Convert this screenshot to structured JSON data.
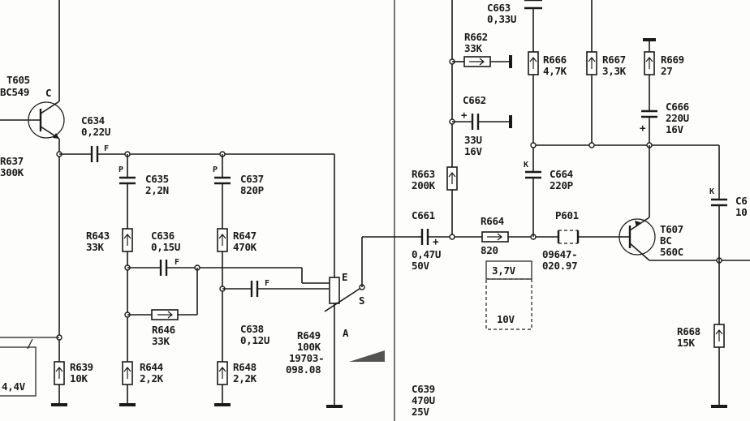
{
  "left_section": {
    "t605": {
      "ref": "T605",
      "type": "BC549",
      "pin_c": "C"
    },
    "c634": {
      "ref": "C634",
      "value": "0,22U",
      "mark": "F"
    },
    "r637": {
      "ref": "R637",
      "value": "300K"
    },
    "c635": {
      "ref": "C635",
      "value": "2,2N",
      "mark": "P"
    },
    "c637": {
      "ref": "C637",
      "value": "820P",
      "mark": "P"
    },
    "r643": {
      "ref": "R643",
      "value": "33K"
    },
    "c636": {
      "ref": "C636",
      "value": "0,15U",
      "mark": "F"
    },
    "r647": {
      "ref": "R647",
      "value": "470K"
    },
    "r646": {
      "ref": "R646",
      "value": "33K"
    },
    "c638": {
      "ref": "C638",
      "value": "0,12U",
      "mark": "F"
    },
    "r649": {
      "ref": "R649",
      "value": "100K",
      "part": "19703-",
      "part2": "098.08",
      "pin_e": "E",
      "pin_s": "S",
      "pin_a": "A"
    },
    "r639": {
      "ref": "R639",
      "value": "10K"
    },
    "r644": {
      "ref": "R644",
      "value": "2,2K"
    },
    "r648": {
      "ref": "R648",
      "value": "2,2K"
    },
    "voltage_box": "4,4V"
  },
  "right_section": {
    "c663": {
      "ref": "C663",
      "value": "0,33U"
    },
    "r662": {
      "ref": "R662",
      "value": "33K"
    },
    "r666": {
      "ref": "R666",
      "value": "4,7K"
    },
    "r667": {
      "ref": "R667",
      "value": "3,3K"
    },
    "r669": {
      "ref": "R669",
      "value": "27"
    },
    "c662": {
      "ref": "C662",
      "value": "33U",
      "voltage": "16V",
      "plus": "+"
    },
    "c666": {
      "ref": "C666",
      "value": "220U",
      "voltage": "16V",
      "plus": "+"
    },
    "r663": {
      "ref": "R663",
      "value": "200K"
    },
    "c664": {
      "ref": "C664",
      "value": "220P",
      "mark": "K"
    },
    "c661": {
      "ref": "C661",
      "value": "0,47U",
      "voltage": "50V",
      "plus": "+"
    },
    "r664": {
      "ref": "R664",
      "value": "820"
    },
    "p601": {
      "ref": "P601",
      "part": "09647-",
      "part2": "020.97"
    },
    "t607": {
      "ref": "T607",
      "type": "BC",
      "type2": "560C"
    },
    "c665_partial": {
      "ref": "C6",
      "value": "10",
      "mark": "K"
    },
    "r668": {
      "ref": "R668",
      "value": "15K"
    },
    "c639": {
      "ref": "C639",
      "value": "470U",
      "voltage": "25V"
    },
    "voltage_box_1": "3,7V",
    "voltage_box_2": "10V"
  }
}
